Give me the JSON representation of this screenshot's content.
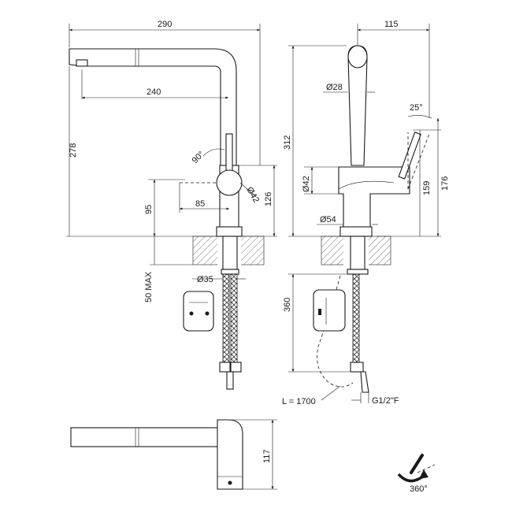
{
  "dimensions": {
    "side_total_width": "290",
    "spout_reach": "240",
    "total_height": "278",
    "lever_angle": "90°",
    "body_diameter": "Ø42",
    "lever_height": "126",
    "lever_offset": "85",
    "outlet_height": "95",
    "deck_thickness": "50 MAX",
    "shank_diameter": "Ø35",
    "front_width": "115",
    "spout_diameter": "Ø28",
    "lever_tilt": "25°",
    "front_height": "312",
    "front_body_diameter": "Ø42",
    "base_diameter": "Ø54",
    "body_height_a": "159",
    "body_height_b": "176",
    "hose_length_below": "360",
    "hose_length": "L = 1700",
    "connection": "G1/2\"F",
    "plan_depth": "117",
    "rotation": "360°"
  },
  "icons": {
    "rotation": "rotation-arrow-icon"
  }
}
